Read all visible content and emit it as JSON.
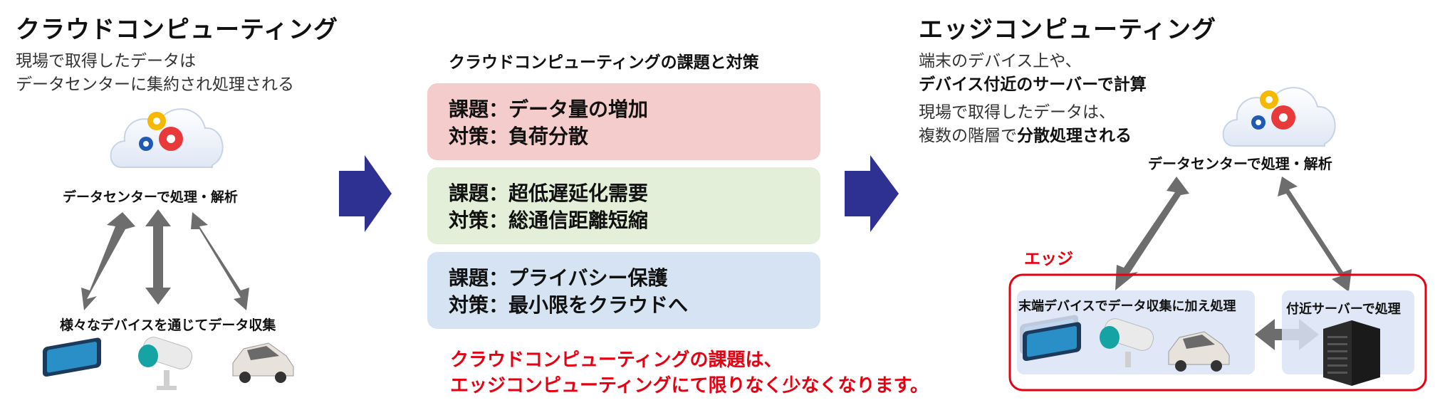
{
  "cloud": {
    "title": "クラウドコンピューティング",
    "desc_line1": "現場で取得したデータは",
    "desc_line2": "データセンターに集約され処理される",
    "datacenter_label": "データセンターで処理・解析",
    "devices_label": "様々なデバイスを通じてデータ収集"
  },
  "issues": {
    "heading": "クラウドコンピューティングの課題と対策",
    "cards": [
      {
        "issue": "課題：データ量の増加",
        "measure": "対策：負荷分散",
        "color": "#f5cccc"
      },
      {
        "issue": "課題：超低遅延化需要",
        "measure": "対策：総通信距離短縮",
        "color": "#e3efd9"
      },
      {
        "issue": "課題：プライバシー保護",
        "measure": "対策：最小限をクラウドへ",
        "color": "#d5e3f3"
      }
    ],
    "conclusion_line1": "クラウドコンピューティングの課題は、",
    "conclusion_line2": "エッジコンピューティングにて限りなく少なくなります。"
  },
  "edge": {
    "title": "エッジコンピューティング",
    "desc_line1": "端末のデバイス上や、",
    "desc_line2": "デバイス付近のサーバーで計算",
    "desc_line3_a": "現場で取得したデータは、",
    "desc_line4_plain": "複数の階層で",
    "desc_line4_bold": "分散処理される",
    "datacenter_label": "データセンターで処理・解析",
    "edge_label": "エッジ",
    "device_box_label": "末端デバイスでデータ収集に加え処理",
    "server_box_label": "付近サーバーで処理"
  },
  "colors": {
    "arrow_blue": "#2e3192",
    "arrow_gray": "#6d6d6d",
    "accent_red": "#e60012"
  }
}
